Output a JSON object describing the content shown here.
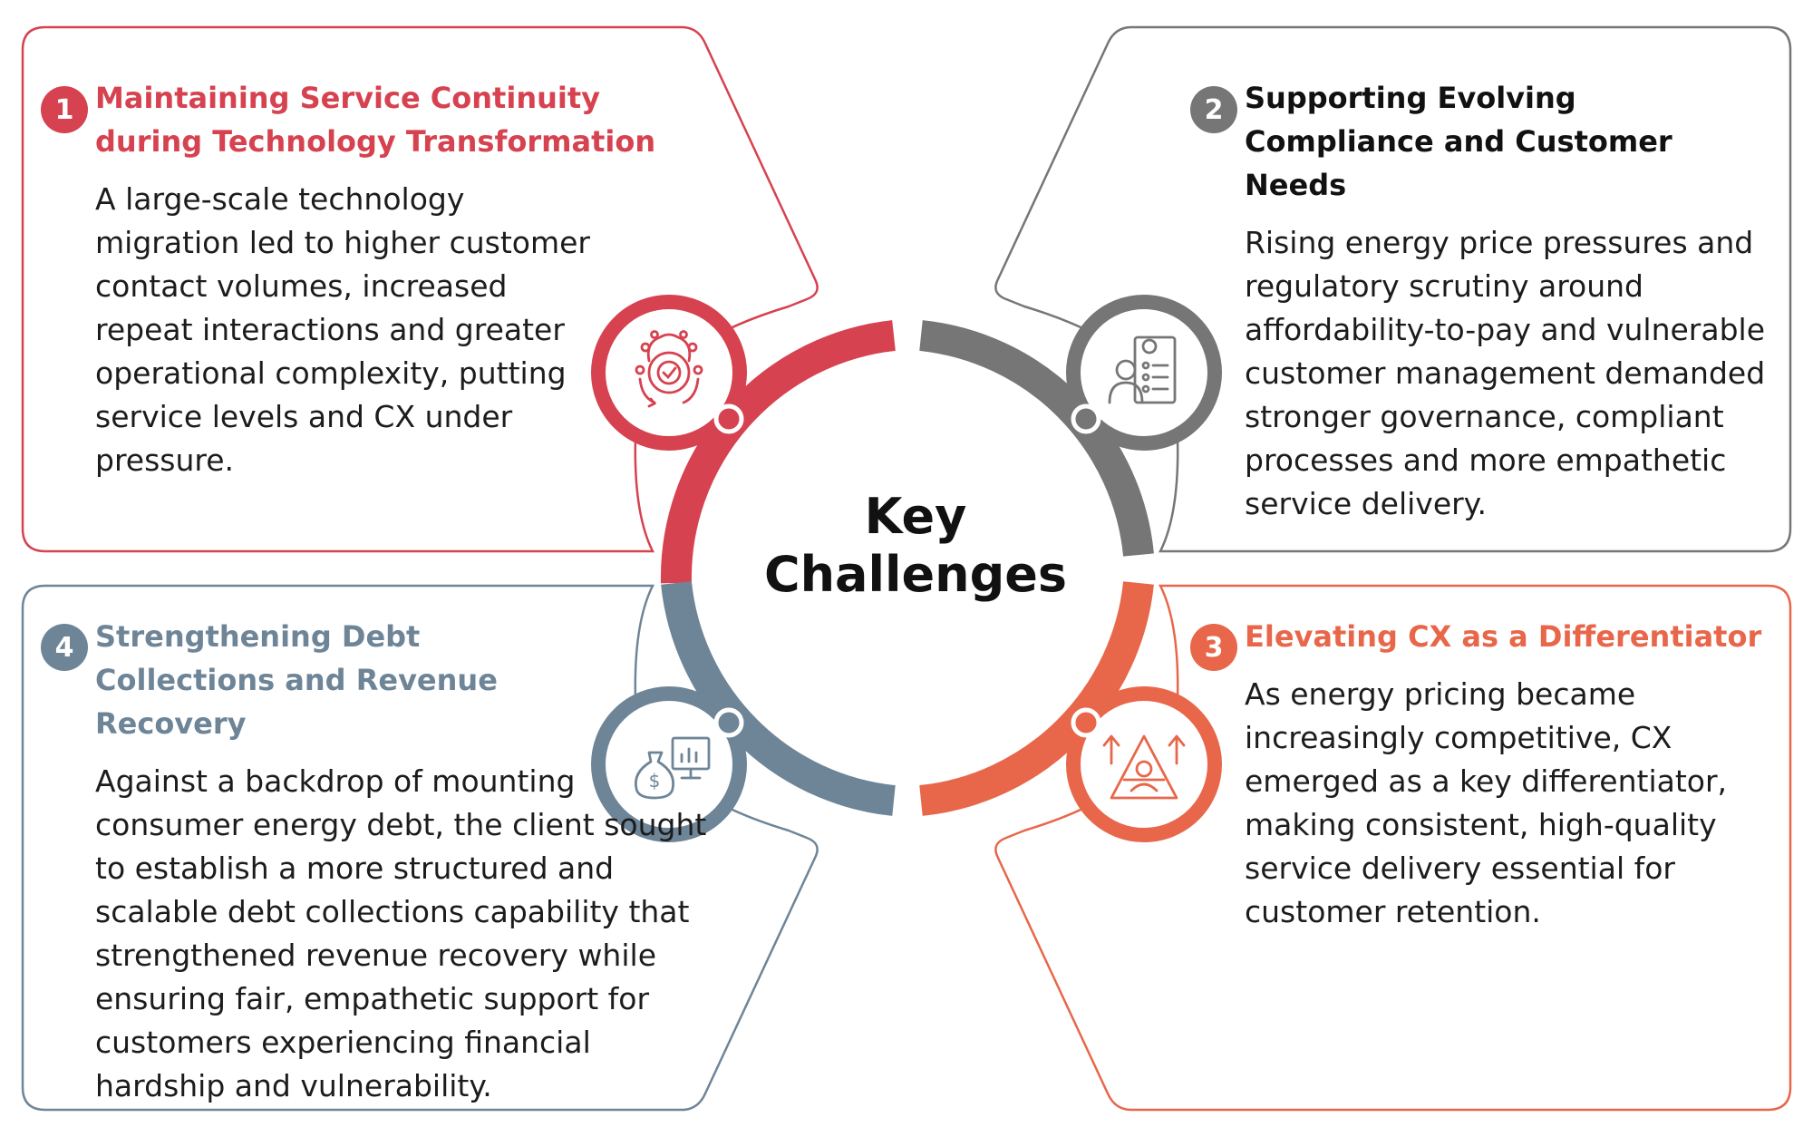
{
  "center": {
    "line1": "Key",
    "line2": "Challenges"
  },
  "colors": {
    "red": "#d6424f",
    "gray": "#767676",
    "orange": "#e8674a",
    "slate": "#6e8598"
  },
  "challenges": [
    {
      "number": "1",
      "title": "Maintaining Service Continuity during Technology Transformation",
      "text": "A large-scale technology migration led to higher customer contact volumes, increased repeat interactions and greater operational complexity, putting service levels and CX under pressure.",
      "icon": "gear-network-check-icon"
    },
    {
      "number": "2",
      "title": "Supporting Evolving Compliance and Customer Needs",
      "text": "Rising energy price pressures and regulatory scrutiny around affordability-to-pay and vulnerable customer management demanded stronger governance, compliant processes and more empathetic service delivery.",
      "icon": "person-checklist-icon"
    },
    {
      "number": "3",
      "title": "Elevating CX as a Differentiator",
      "text": "As energy pricing became increasingly competitive, CX emerged as a key differentiator, making consistent, high-quality service delivery essential for customer retention.",
      "icon": "pyramid-growth-icon"
    },
    {
      "number": "4",
      "title": "Strengthening Debt Collections and Revenue Recovery",
      "text": "Against a backdrop of mounting consumer energy debt, the client sought to establish a more structured and scalable debt collections capability that strengthened revenue recovery while ensuring fair, empathetic support for customers experiencing financial hardship and vulnerability.",
      "icon": "money-bag-chart-icon"
    }
  ]
}
